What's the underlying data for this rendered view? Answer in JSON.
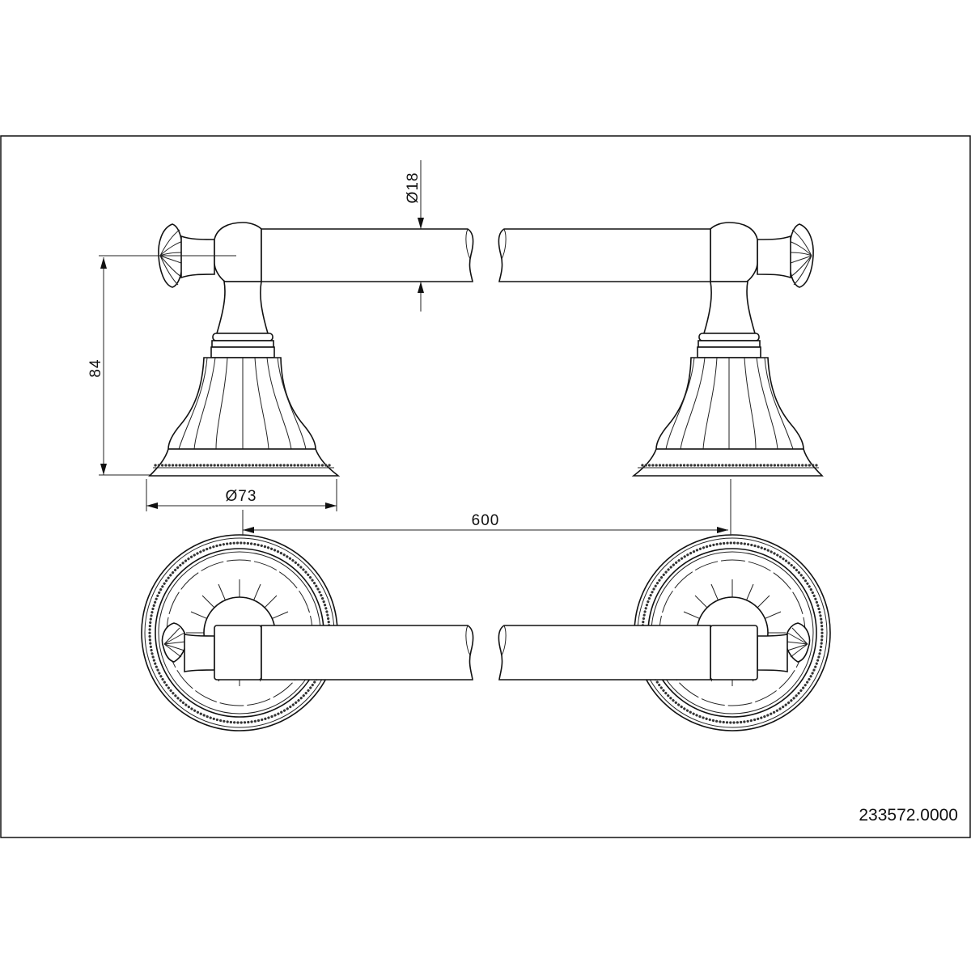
{
  "drawing": {
    "dimensions": {
      "height": "84",
      "base_diameter": "Ø73",
      "center_distance": "600",
      "bar_diameter": "Ø18"
    },
    "part_number": "233572.0000",
    "line_color": "#111111",
    "background": "#ffffff"
  }
}
